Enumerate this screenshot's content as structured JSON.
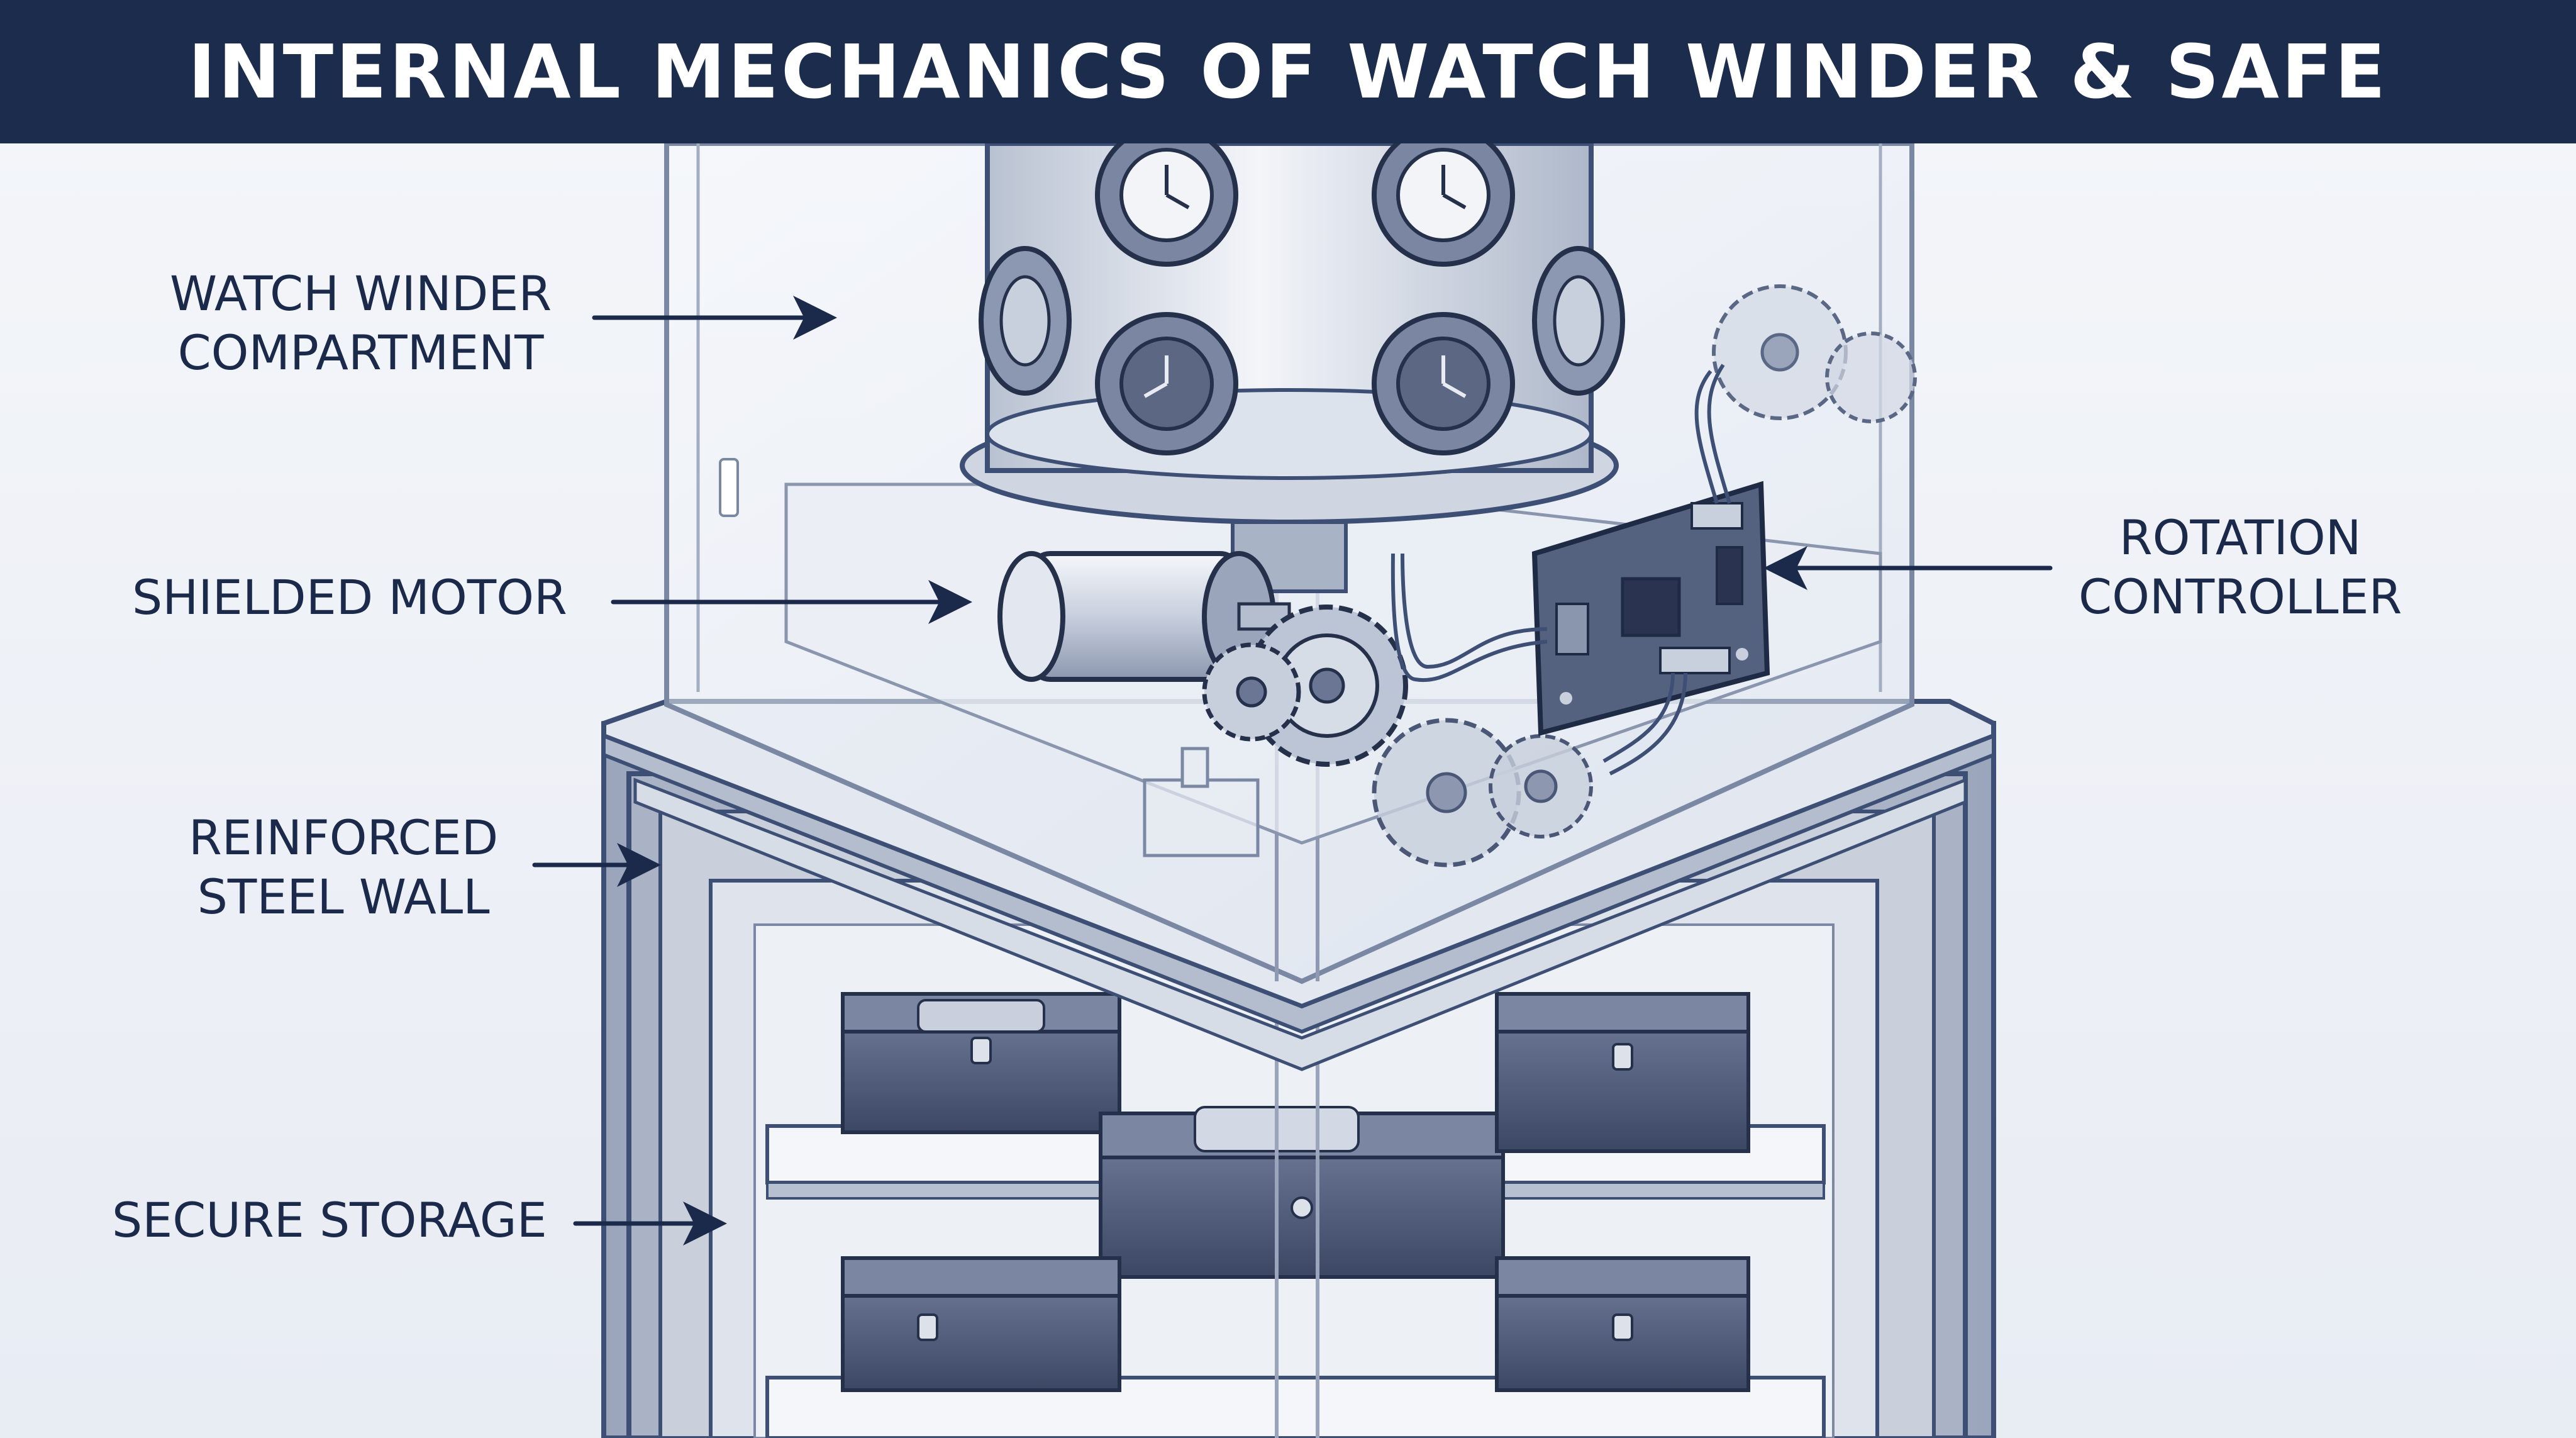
{
  "title": "INTERNAL MECHANICS OF WATCH WINDER & SAFE",
  "colors": {
    "banner": "#1c2c4d",
    "label_text": "#1b2a4a",
    "line_art": "#3d4f74",
    "glass": "#dfe6f2",
    "steel": "#c3cbd9",
    "box": "#4a5777"
  },
  "callouts": [
    {
      "id": "winder",
      "lines": [
        "WATCH WINDER",
        "COMPARTMENT"
      ]
    },
    {
      "id": "motor",
      "lines": [
        "SHIELDED MOTOR"
      ]
    },
    {
      "id": "wall",
      "lines": [
        "REINFORCED",
        "STEEL WALL"
      ]
    },
    {
      "id": "storage",
      "lines": [
        "SECURE STORAGE"
      ]
    },
    {
      "id": "controller",
      "lines": [
        "ROTATION",
        "CONTROLLER"
      ]
    }
  ]
}
